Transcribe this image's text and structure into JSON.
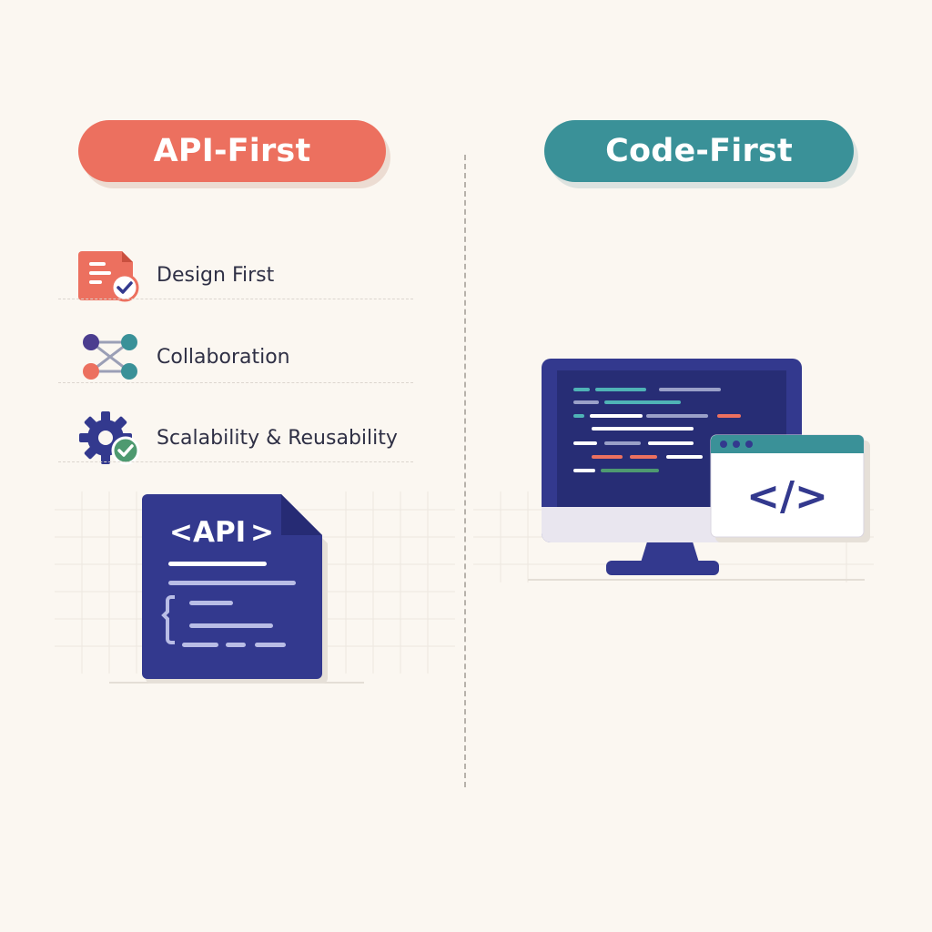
{
  "left": {
    "heading": "API-First",
    "features": [
      {
        "label": "Design First",
        "icon": "document-check-icon"
      },
      {
        "label": "Collaboration",
        "icon": "network-nodes-icon"
      },
      {
        "label": "Scalability & Reusability",
        "icon": "gear-check-icon"
      }
    ],
    "illustration": {
      "title": "<API",
      "icon": "api-document-icon"
    }
  },
  "right": {
    "heading": "Code-First",
    "illustration": {
      "code_symbol": "</>",
      "icon": "monitor-code-icon"
    }
  },
  "colors": {
    "background": "#fbf7f1",
    "coral": "#ec705f",
    "teal": "#3a9198",
    "navy": "#33398e",
    "text": "#2f3045"
  }
}
